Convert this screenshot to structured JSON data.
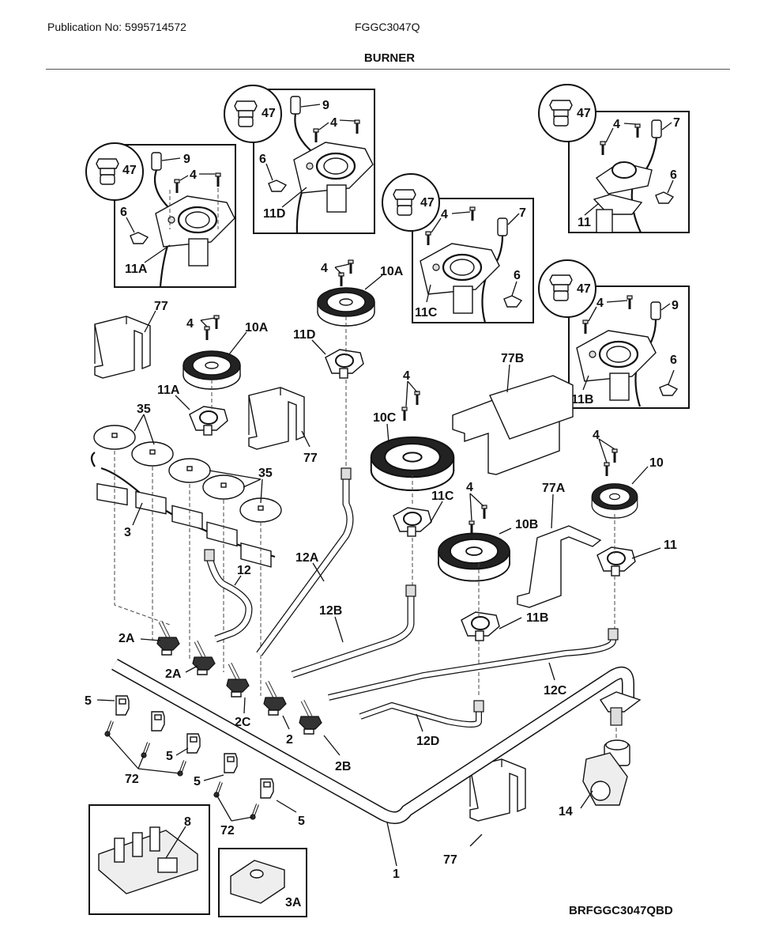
{
  "header": {
    "publication": "Publication No: 5995714572",
    "model": "FGGC3047Q",
    "title": "BURNER"
  },
  "footer": {
    "diagram_code": "BRFGGC3047QBD"
  },
  "callouts": {
    "inset_11A": {
      "cap": "47",
      "electrode": "9",
      "screws": "4",
      "clip": "6",
      "base": "11A"
    },
    "inset_11D": {
      "cap": "47",
      "electrode": "9",
      "screws": "4",
      "clip": "6",
      "base": "11D"
    },
    "inset_11C": {
      "cap": "47",
      "electrode": "7",
      "screws": "4",
      "clip": "6",
      "base": "11C"
    },
    "inset_11": {
      "cap": "47",
      "electrode": "7",
      "screws": "4",
      "clip": "6",
      "base": "11"
    },
    "inset_11B": {
      "cap": "47",
      "electrode": "9",
      "screws": "4",
      "clip": "6",
      "base": "11B"
    },
    "main": {
      "bracket_77_a": "77",
      "bracket_77_b": "77",
      "bracket_77_c": "77",
      "bracket_77A": "77A",
      "bracket_77B": "77B",
      "screws_10A_left": "4",
      "screws_10A_center": "4",
      "screws_10C": "4",
      "screws_10B": "4",
      "screws_10": "4",
      "burner_10A_left": "10A",
      "burner_10A_center": "10A",
      "burner_10C": "10C",
      "burner_10B": "10B",
      "burner_10": "10",
      "base_11A": "11A",
      "base_11D": "11D",
      "base_11C": "11C",
      "base_11B": "11B",
      "base_11": "11",
      "knob_seal_35_top": "35",
      "knob_seal_35_bottom": "35",
      "switch_harness": "3",
      "tube_12": "12",
      "tube_12A": "12A",
      "tube_12B": "12B",
      "tube_12C": "12C",
      "tube_12D": "12D",
      "valve_2A_1": "2A",
      "valve_2A_2": "2A",
      "valve_2C": "2C",
      "valve_2": "2",
      "valve_2B": "2B",
      "clip_5_a": "5",
      "clip_5_b": "5",
      "clip_5_c": "5",
      "clip_5_d": "5",
      "screw_72_a": "72",
      "screw_72_b": "72",
      "manifold": "1",
      "regulator": "14",
      "spark_module": "8",
      "switch_3A": "3A"
    }
  }
}
